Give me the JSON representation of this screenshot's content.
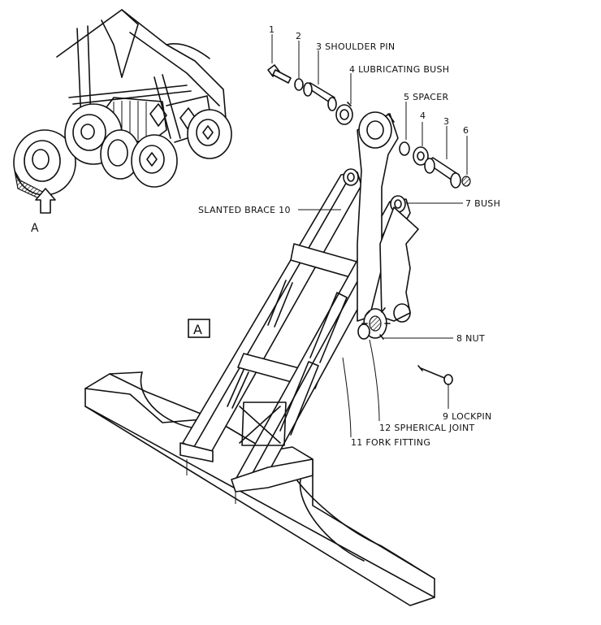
{
  "view": {
    "box_letter": "A",
    "arrow_letter": "A"
  },
  "labels": [
    {
      "id": "label-1",
      "text": "1"
    },
    {
      "id": "label-2",
      "text": "2"
    },
    {
      "id": "label-3-shoulder-pin",
      "text": "3 SHOULDER PIN"
    },
    {
      "id": "label-4-lubricating-bush",
      "text": "4 LUBRICATING BUSH"
    },
    {
      "id": "label-5-spacer",
      "text": "5 SPACER"
    },
    {
      "id": "label-4b",
      "text": "4"
    },
    {
      "id": "label-3b",
      "text": "3"
    },
    {
      "id": "label-6",
      "text": "6"
    },
    {
      "id": "label-7-bush",
      "text": "7 BUSH"
    },
    {
      "id": "label-slanted-brace",
      "text": "SLANTED BRACE 10"
    },
    {
      "id": "label-8-nut",
      "text": "8 NUT"
    },
    {
      "id": "label-9-lockpin",
      "text": "9 LOCKPIN"
    },
    {
      "id": "label-12-spherical-joint",
      "text": "12 SPHERICAL JOINT"
    },
    {
      "id": "label-11-fork-fitting",
      "text": "11 FORK FITTING"
    }
  ]
}
